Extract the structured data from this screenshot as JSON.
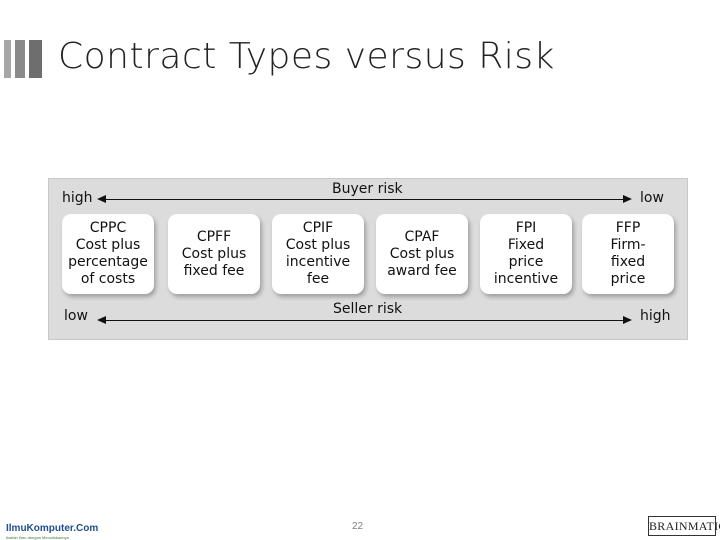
{
  "slide": {
    "title": "Contract Types versus Risk",
    "page_number": "22"
  },
  "diagram": {
    "buyer_risk": {
      "label": "Buyer risk",
      "left_end": "high",
      "right_end": "low"
    },
    "seller_risk": {
      "label": "Seller risk",
      "left_end": "low",
      "right_end": "high"
    },
    "contract_types": [
      {
        "abbr": "CPPC",
        "lines": [
          "Cost plus",
          "percentage",
          "of costs"
        ]
      },
      {
        "abbr": "CPFF",
        "lines": [
          "Cost plus",
          "fixed fee"
        ]
      },
      {
        "abbr": "CPIF",
        "lines": [
          "Cost plus",
          "incentive",
          "fee"
        ]
      },
      {
        "abbr": "CPAF",
        "lines": [
          "Cost plus",
          "award fee"
        ]
      },
      {
        "abbr": "FPI",
        "lines": [
          "Fixed",
          "price",
          "incentive"
        ]
      },
      {
        "abbr": "FFP",
        "lines": [
          "Firm-",
          "fixed",
          "price"
        ]
      }
    ]
  },
  "footer": {
    "left_logo": {
      "name": "IlmuKomputer",
      "suffix": ".Com",
      "tagline": "Ikatlah Ilmu dengan Menuliskannya"
    },
    "right_logo": "BRAINMATICS"
  },
  "colors": {
    "panel_background": "#dcdcdc",
    "box_background": "#ffffff",
    "title_bar_accent": "#8a8a8a"
  }
}
